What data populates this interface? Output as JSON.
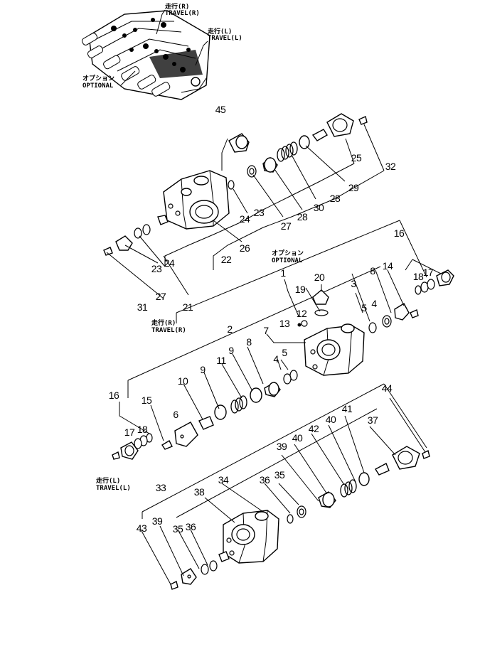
{
  "inset": {
    "travel_r_jp": "走行(R)",
    "travel_r_en": "TRAVEL(R)",
    "travel_l_jp": "走行(L)",
    "travel_l_en": "TRAVEL(L)",
    "optional_jp": "オプション",
    "optional_en": "OPTIONAL"
  },
  "section_labels": {
    "optional_jp": "オプション",
    "optional_en": "OPTIONAL",
    "travel_r_jp": "走行(R)",
    "travel_r_en": "TRAVEL(R)",
    "travel_l_jp": "走行(L)",
    "travel_l_en": "TRAVEL(L)"
  },
  "callouts": {
    "c45": "45",
    "c25": "25",
    "c32": "32",
    "c29": "29",
    "c30": "30",
    "c28a": "28",
    "c28b": "28",
    "c27a": "27",
    "c23a": "23",
    "c24a": "24",
    "c26": "26",
    "c22": "22",
    "c24b": "24",
    "c23b": "23",
    "c27b": "27",
    "c31": "31",
    "c21": "21",
    "c16a": "16",
    "c18a": "18",
    "c17a": "17",
    "c14": "14",
    "c8a": "8",
    "c20": "20",
    "c1": "1",
    "c19": "19",
    "c3": "3",
    "c12": "12",
    "c13": "13",
    "c5a": "5",
    "c4a": "4",
    "c2": "2",
    "c7": "7",
    "c8b": "8",
    "c9a": "9",
    "c11": "11",
    "c9b": "9",
    "c5b": "5",
    "c4b": "4",
    "c10": "10",
    "c6": "6",
    "c15": "15",
    "c16b": "16",
    "c17b": "17",
    "c18b": "18",
    "c44": "44",
    "c41": "41",
    "c37": "37",
    "c40a": "40",
    "c42": "42",
    "c39a": "39",
    "c40b": "40",
    "c34": "34",
    "c33": "33",
    "c38": "38",
    "c36a": "36",
    "c35a": "35",
    "c43": "43",
    "c39b": "39",
    "c36b": "36",
    "c35b": "35"
  }
}
